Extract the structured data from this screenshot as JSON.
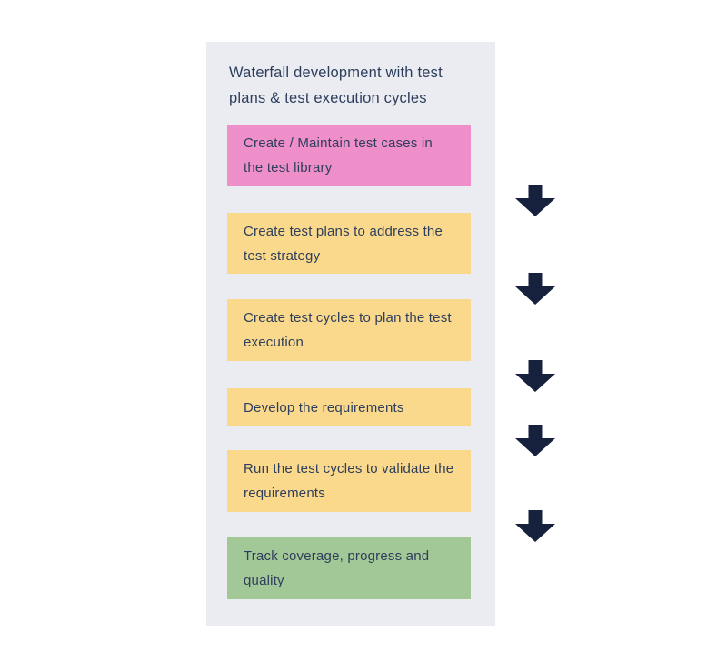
{
  "title": "Waterfall development with test plans & test execution cycles",
  "colors": {
    "page_bg": "#FFFFFF",
    "panel_bg": "#EAECF2",
    "text": "#2D3E5C",
    "arrow": "#16213D",
    "step_pink": "#EF8FC9",
    "step_yellow": "#FAD98C",
    "step_green": "#A3C897"
  },
  "steps": [
    {
      "label": "Create / Maintain test cases in the test library",
      "color": "#EF8FC9"
    },
    {
      "label": "Create test plans to address the test strategy",
      "color": "#FAD98C"
    },
    {
      "label": "Create test cycles to plan the test execution",
      "color": "#FAD98C"
    },
    {
      "label": "Develop the requirements",
      "color": "#FAD98C"
    },
    {
      "label": "Run the test cycles to validate the requirements",
      "color": "#FAD98C"
    },
    {
      "label": "Track coverage, progress and quality",
      "color": "#A3C897"
    }
  ]
}
